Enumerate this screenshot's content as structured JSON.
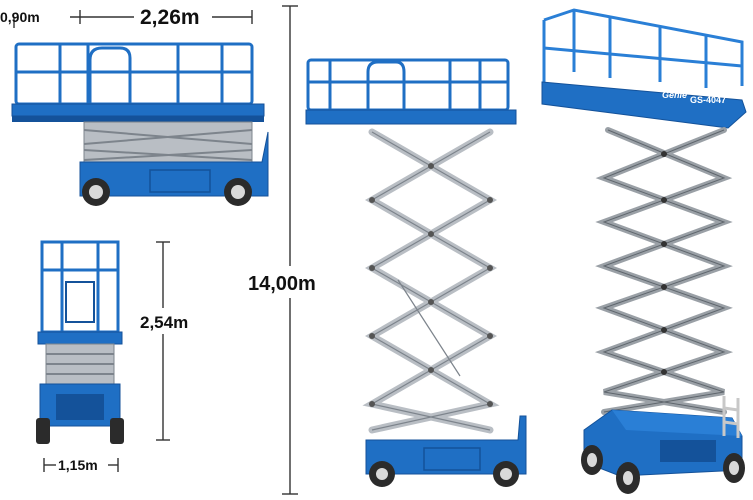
{
  "dimensions": {
    "extension_width": "0,90m",
    "platform_length": "2,26m",
    "working_height": "14,00m",
    "stowed_height": "2,54m",
    "machine_width": "1,15m"
  },
  "machine": {
    "brand": "Genie",
    "model": "GS-4047"
  },
  "colors": {
    "body_blue": "#1f6fc4",
    "body_blue_dark": "#14529a",
    "rail_blue": "#2a7fd6",
    "scissor_gray": "#b9bec4",
    "scissor_dark": "#7d848c",
    "tire": "#2b2b2b",
    "hub": "#d9d9d9"
  }
}
